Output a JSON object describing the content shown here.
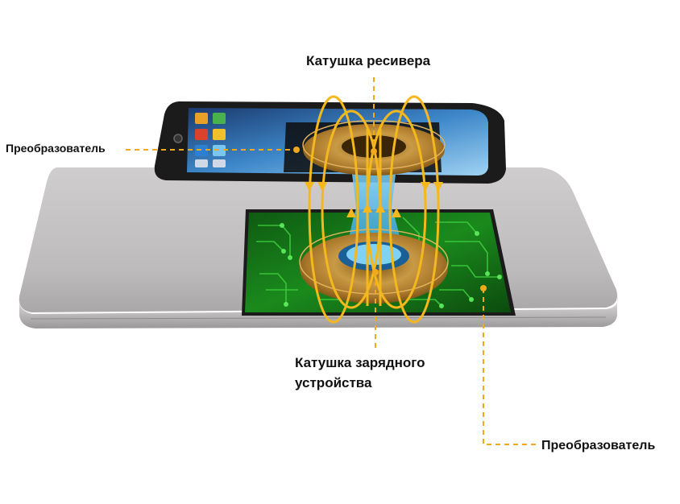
{
  "labels": {
    "receiver_coil": "Катушка ресивера",
    "converter_left": "Преобразователь",
    "charger_coil_line1": "Катушка зарядного",
    "charger_coil_line2": "устройства",
    "converter_right": "Преобразователь"
  },
  "colors": {
    "field_lines": "#f5b81c",
    "leader_lines": "#f0a81c",
    "coil_copper": "#c8923a",
    "circuit_green": "#1f8a1f",
    "pad_silver": "#c9c7c8",
    "phone_body": "#1b1b1b",
    "beam_blue": "#6fc8f0"
  }
}
